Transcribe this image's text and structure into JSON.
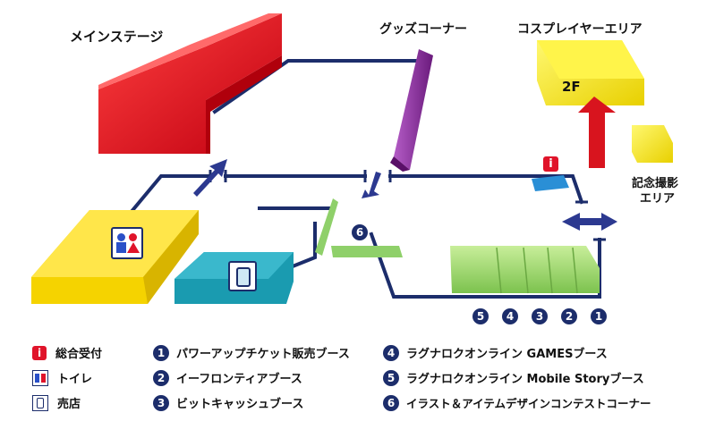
{
  "labels": {
    "main_stage": "メインステージ",
    "goods_corner": "グッズコーナー",
    "cosplayer_area": "コスプレイヤーエリア",
    "second_floor": "2F",
    "photo_area_line1": "記念撮影",
    "photo_area_line2": "エリア",
    "info_marker": "i"
  },
  "booth_numbers": [
    "5",
    "4",
    "3",
    "2",
    "1"
  ],
  "sign_six": "6",
  "legend": {
    "reception": "総合受付",
    "toilet": "トイレ",
    "shop": "売店",
    "items": [
      {
        "num": "1",
        "text": "パワーアップチケット販売ブース"
      },
      {
        "num": "2",
        "text": "イーフロンティアブース"
      },
      {
        "num": "3",
        "text": "ビットキャッシュブース"
      },
      {
        "num": "4",
        "text": "ラグナロクオンライン GAMESブース"
      },
      {
        "num": "5",
        "text": "ラグナロクオンライン Mobile Storyブース"
      },
      {
        "num": "6",
        "text": "イラスト＆アイテムデザインコンテストコーナー"
      }
    ]
  },
  "colors": {
    "wall": "#1c2d6b",
    "main_stage": "#e0141e",
    "goods": "#8a2a9a",
    "cosplay": "#f2e600",
    "toilet_block": "#f5d300",
    "shop_block": "#1a9bb0",
    "booths": "#8fd06a",
    "reception": "#2a8fd6",
    "arrow_red": "#d8141e",
    "arrow_blue": "#2c3990",
    "info_red": "#e0142a"
  }
}
